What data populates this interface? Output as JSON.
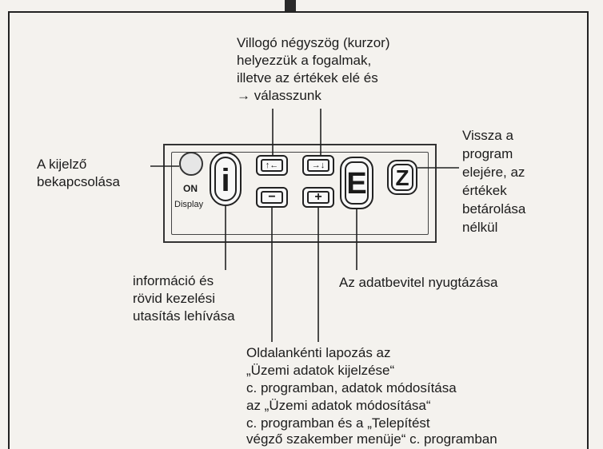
{
  "annotations": {
    "top_lines": [
      "Villogó négyszög (kurzor)",
      "helyezzük a fogalmak,",
      "illetve az értékek elé és",
      "→ válasszunk"
    ],
    "left": [
      "A kijelző",
      "bekapcsolása"
    ],
    "right": [
      "Vissza a",
      "program",
      "elejére, az",
      "értékek",
      "betárolása",
      "nélkül"
    ],
    "info": [
      "információ és",
      "rövid kezelési",
      "utasítás lehívása"
    ],
    "enter": "Az adatbevitel nyugtázása",
    "bottom": [
      "Oldalankénti lapozás az",
      "„Üzemi adatok kijelzése“",
      "c. programban, adatok módosítása",
      "az „Üzemi adatok módosítása“",
      "c. programban és a „Telepítést",
      "végző szakember menüje“ c. programban"
    ]
  },
  "panel": {
    "on_label": "ON",
    "display_label": "Display",
    "keys": {
      "info": "i",
      "enter": "E",
      "back": "Z",
      "minus": "−",
      "plus": "+",
      "cursor_left": "↑←",
      "cursor_right": "→↓"
    }
  }
}
